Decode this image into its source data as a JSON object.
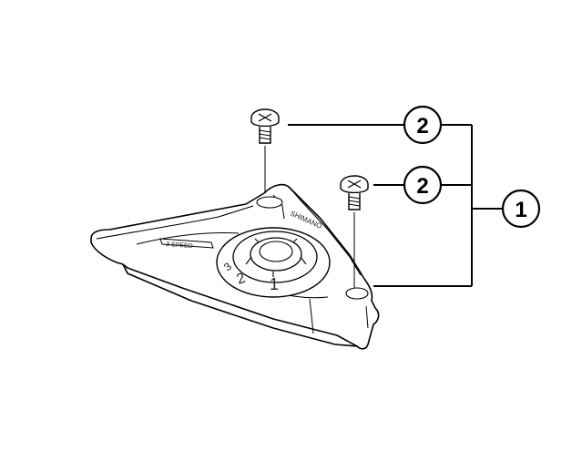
{
  "diagram": {
    "callouts": [
      {
        "label": "2",
        "part": "screw"
      },
      {
        "label": "2",
        "part": "screw"
      },
      {
        "label": "1",
        "part": "cover-assembly"
      }
    ],
    "dial_marks": [
      "1",
      "2",
      "3"
    ],
    "body_text": [
      "3 SPEED",
      "SHIMANO"
    ]
  }
}
